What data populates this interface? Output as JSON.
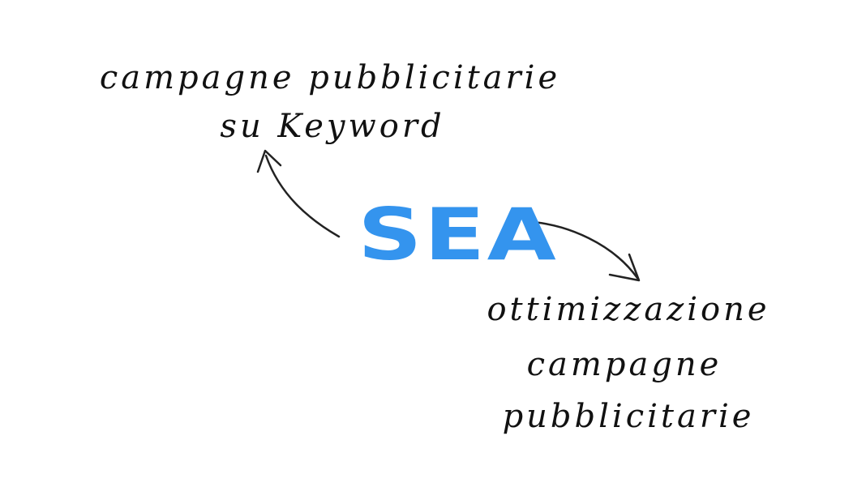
{
  "center": {
    "logo_text": "SEA",
    "logo_color": "#3494ee"
  },
  "top_branch": {
    "line1": "campagne pubblicitarie",
    "line2": "su Keyword"
  },
  "bottom_branch": {
    "line1": "ottimizzazione",
    "line2": "campagne",
    "line3": "pubblicitarie"
  },
  "colors": {
    "ink": "#111111",
    "accent": "#3494ee",
    "background": "#ffffff"
  }
}
